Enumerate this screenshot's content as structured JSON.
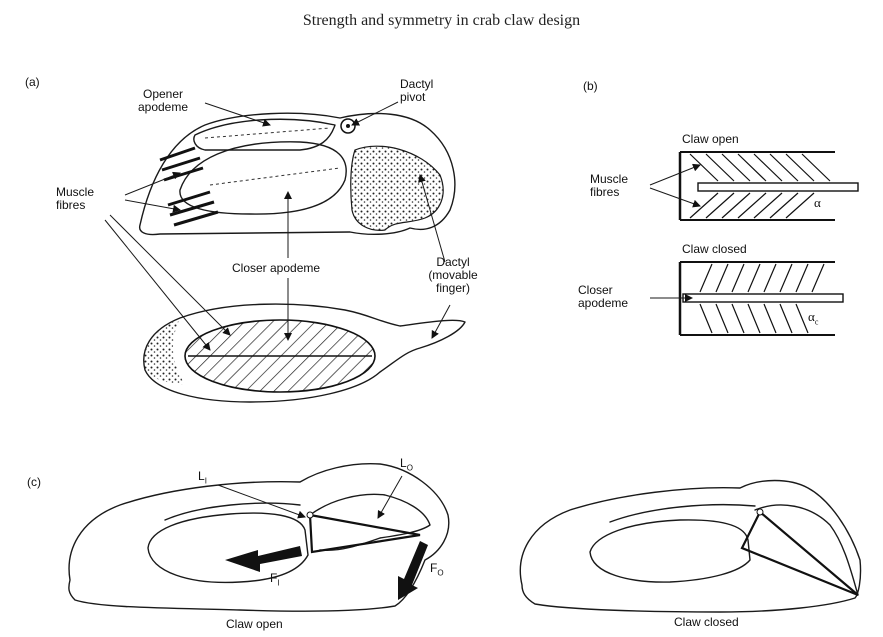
{
  "title": "Strength and symmetry in crab claw design",
  "panel_a": {
    "letter": "(a)",
    "opener_apodeme": [
      "Opener",
      "apodeme"
    ],
    "dactyl_pivot": [
      "Dactyl",
      "pivot"
    ],
    "muscle_fibres": [
      "Muscle",
      "fibres"
    ],
    "closer_apodeme": "Closer apodeme",
    "dactyl_finger": [
      "Dactyl",
      "(movable",
      "finger)"
    ]
  },
  "panel_b": {
    "letter": "(b)",
    "claw_open": "Claw open",
    "muscle_fibres": [
      "Muscle",
      "fibres"
    ],
    "alpha": "α",
    "claw_closed": "Claw closed",
    "closer_apodeme": [
      "Closer",
      "apodeme"
    ],
    "alpha_c": "α",
    "alpha_c_sub": "c"
  },
  "panel_c": {
    "letter": "(c)",
    "li": "L",
    "li_sub": "I",
    "lo": "L",
    "lo_sub": "O",
    "fi": "F",
    "fi_sub": "I",
    "fo": "F",
    "fo_sub": "O",
    "claw_open": "Claw open",
    "claw_closed": "Claw closed"
  }
}
